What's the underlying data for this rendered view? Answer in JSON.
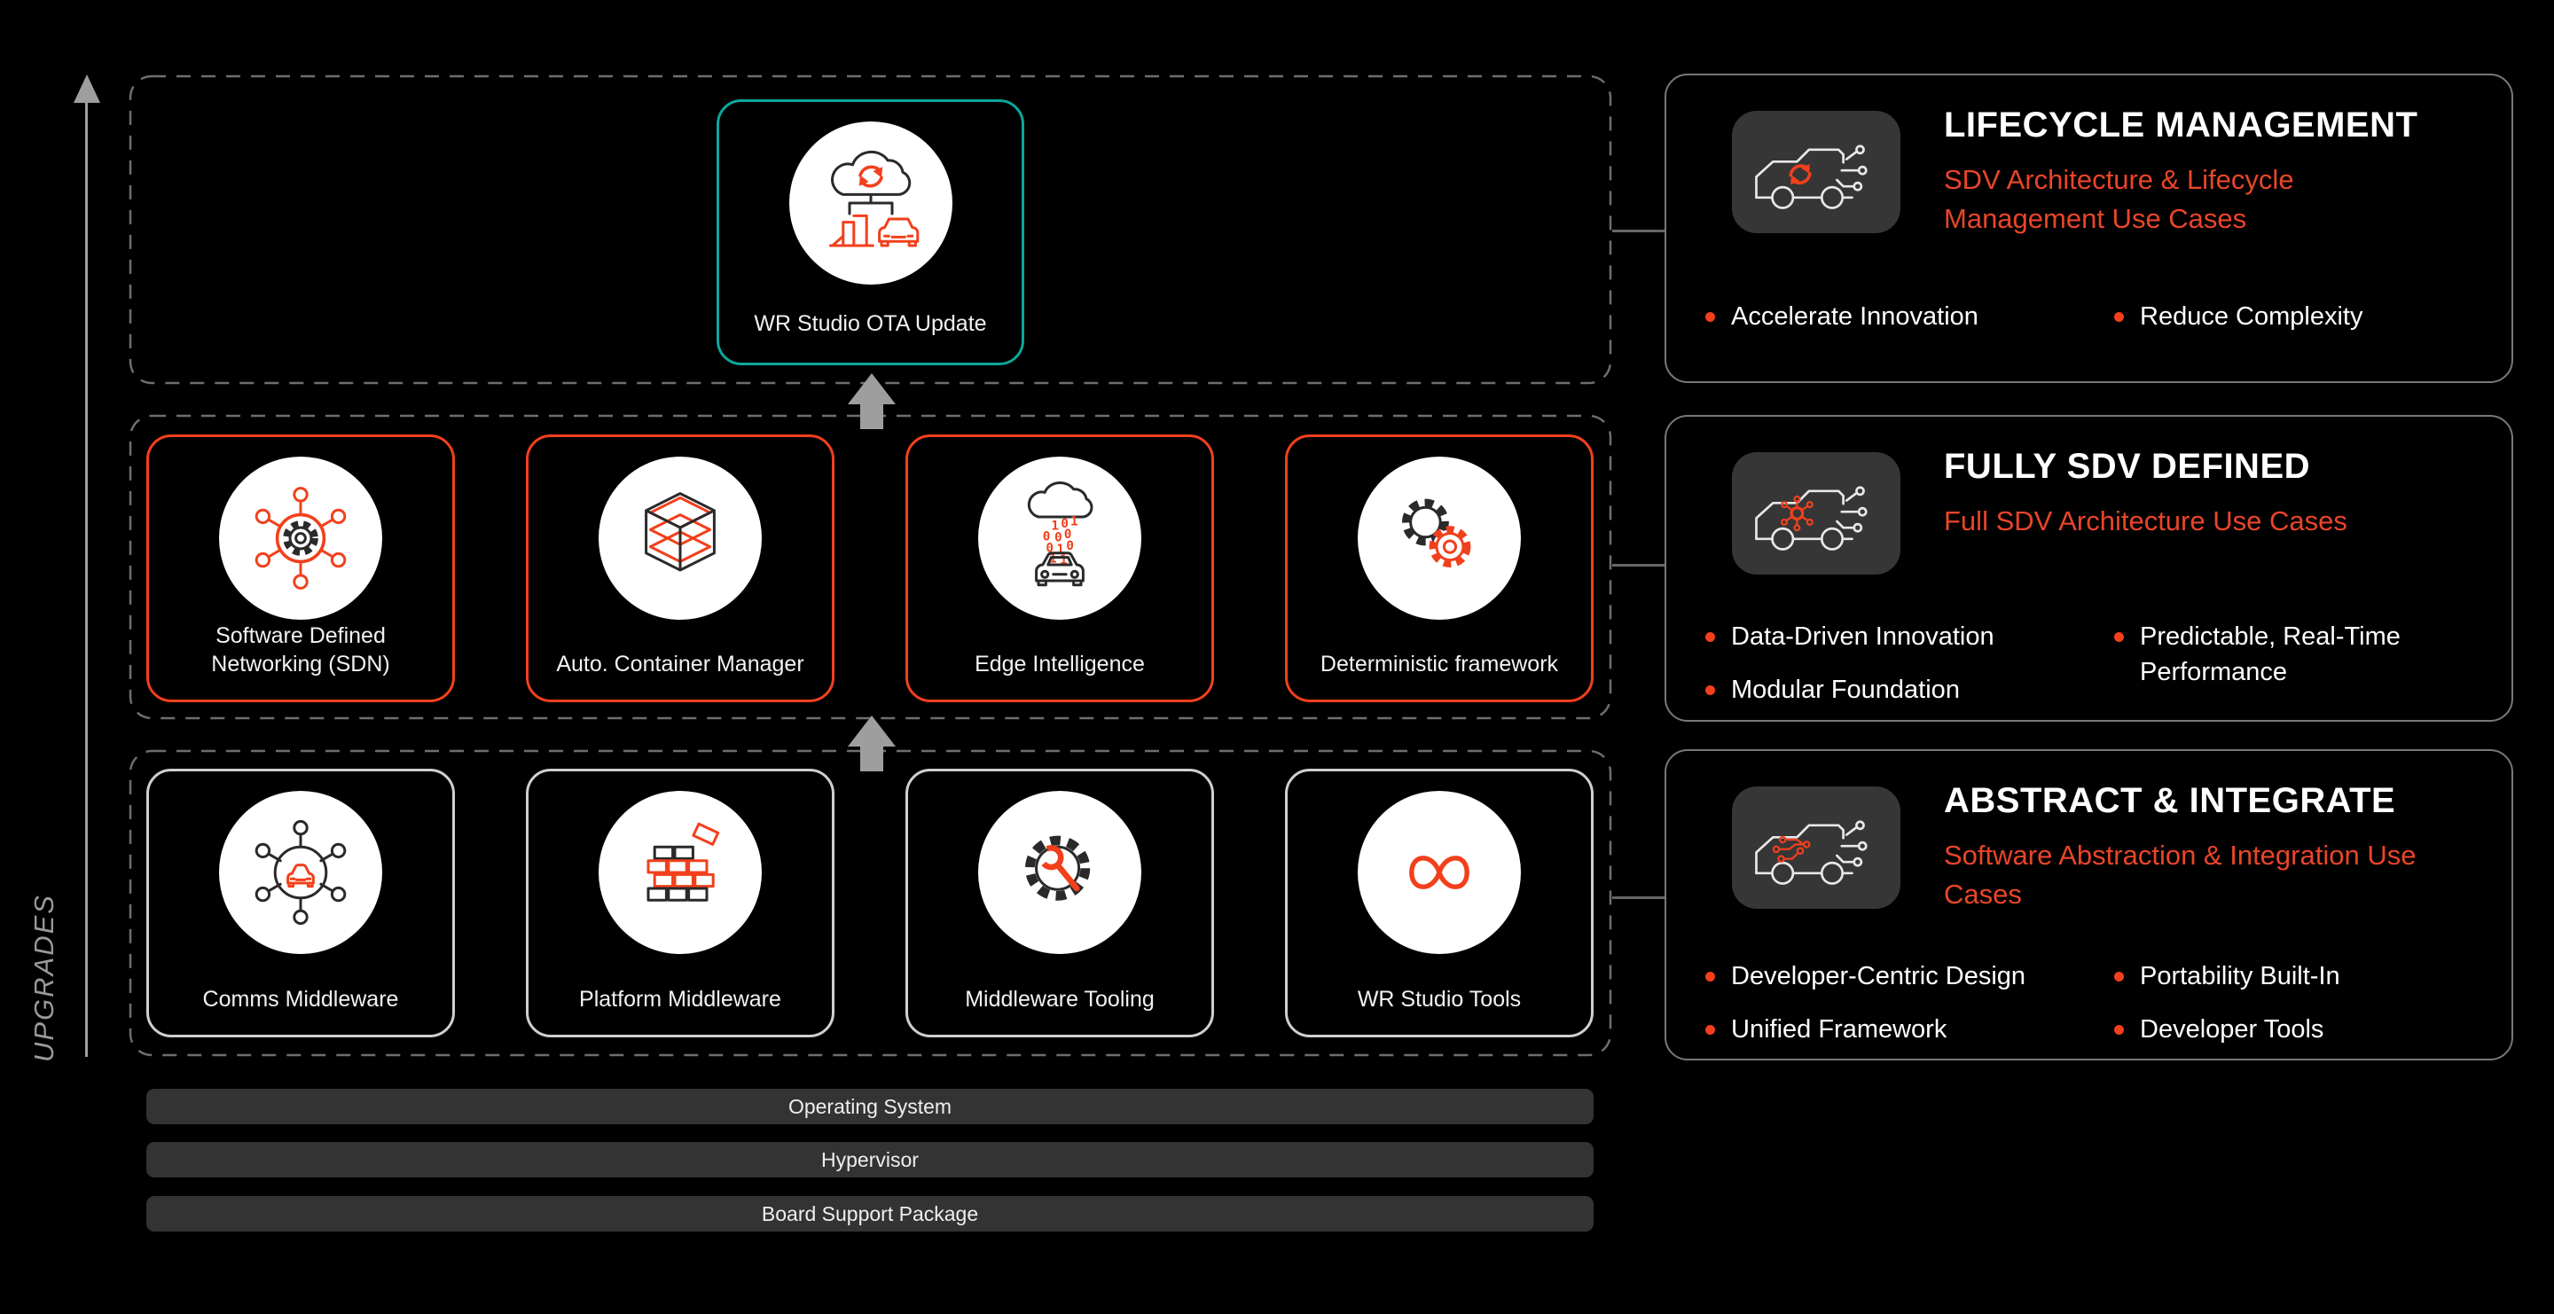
{
  "colors": {
    "background": "#000000",
    "accent_orange": "#F2401C",
    "subtitle_red": "#E9452A",
    "teal_border": "#0BA89C",
    "gray_card_border": "#CFCFCF",
    "dashed_border": "#6E6E6E",
    "bar_background": "#333333",
    "tile_background": "#363636",
    "arrow_gray": "#9E9E9E",
    "text_white": "#FFFFFF",
    "upgrades_gray": "#9A9A9A"
  },
  "upgrades": {
    "label": "UPGRADES"
  },
  "ota_card": {
    "label": "WR Studio OTA Update",
    "icon": "cloud-ota-sync-icon"
  },
  "middle_row": {
    "cards": [
      {
        "label": "Software Defined Networking (SDN)",
        "icon": "network-hub-gear-icon"
      },
      {
        "label": "Auto. Container Manager",
        "icon": "container-cube-icon"
      },
      {
        "label": "Edge Intelligence",
        "icon": "cloud-data-car-icon"
      },
      {
        "label": "Deterministic framework",
        "icon": "dual-gears-icon"
      }
    ]
  },
  "bottom_row": {
    "cards": [
      {
        "label": "Comms Middleware",
        "icon": "car-network-icon"
      },
      {
        "label": "Platform Middleware",
        "icon": "brick-wall-icon"
      },
      {
        "label": "Middleware Tooling",
        "icon": "gear-wrench-icon"
      },
      {
        "label": "WR Studio Tools",
        "icon": "infinity-icon"
      }
    ]
  },
  "platform_bars": [
    {
      "label": "Operating System"
    },
    {
      "label": "Hypervisor"
    },
    {
      "label": "Board Support Package"
    }
  ],
  "panels": [
    {
      "title": "LIFECYCLE MANAGEMENT",
      "subtitle": "SDV Architecture & Lifecycle Management Use Cases",
      "icon": "car-lifecycle-icon",
      "bullets_col1": [
        "Accelerate Innovation"
      ],
      "bullets_col2": [
        "Reduce Complexity"
      ]
    },
    {
      "title": "FULLY SDV DEFINED",
      "subtitle": "Full SDV Architecture Use Cases",
      "icon": "car-sdv-network-icon",
      "bullets_col1": [
        "Data-Driven Innovation",
        "Modular Foundation"
      ],
      "bullets_col2": [
        "Predictable, Real-Time Performance"
      ]
    },
    {
      "title": "ABSTRACT & INTEGRATE",
      "subtitle": "Software Abstraction & Integration Use Cases",
      "icon": "car-circuit-icon",
      "bullets_col1": [
        "Developer-Centric Design",
        "Unified Framework"
      ],
      "bullets_col2": [
        "Portability Built-In",
        "Developer Tools"
      ]
    }
  ]
}
